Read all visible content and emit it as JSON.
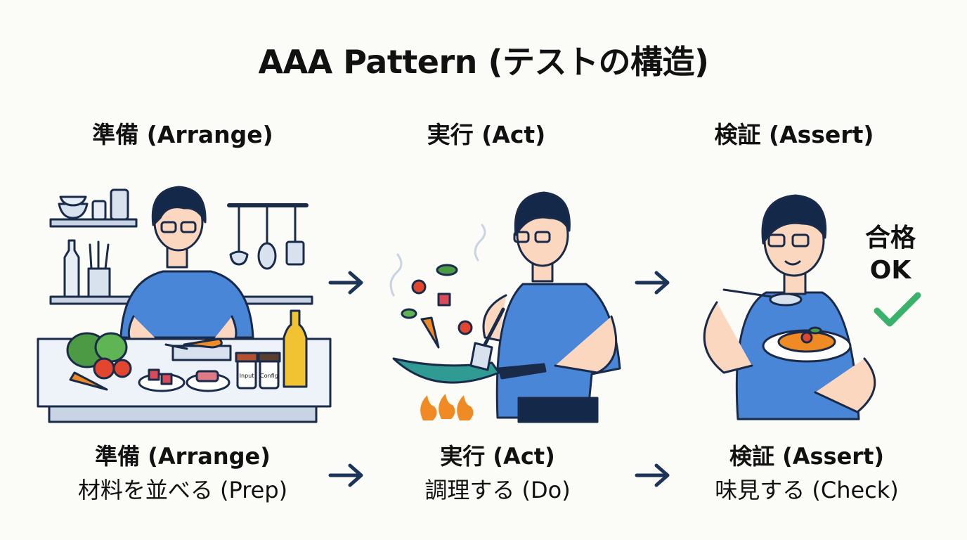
{
  "title": "AAA Pattern (テストの構造)",
  "stages": [
    {
      "heading": "準備 (Arrange)",
      "caption_line1": "準備 (Arrange)",
      "caption_line2": "材料を並べる (Prep)",
      "jar_labels": [
        "Input",
        "Config"
      ]
    },
    {
      "heading": "実行 (Act)",
      "caption_line1": "実行 (Act)",
      "caption_line2": "調理する (Do)"
    },
    {
      "heading": "検証 (Assert)",
      "caption_line1": "検証 (Assert)",
      "caption_line2": "味見する (Check)",
      "badge_line1": "合格",
      "badge_line2": "OK"
    }
  ],
  "colors": {
    "shirt": "#4a86d8",
    "outline": "#1a2b4a",
    "skin": "#fbd7bf",
    "hair": "#14284a",
    "arrow": "#1c3457",
    "check": "#3bb26b",
    "pan": "#2f9b93",
    "flame": "#f08a24"
  },
  "icons": [
    "arrow-right-icon",
    "check-mark-icon"
  ]
}
